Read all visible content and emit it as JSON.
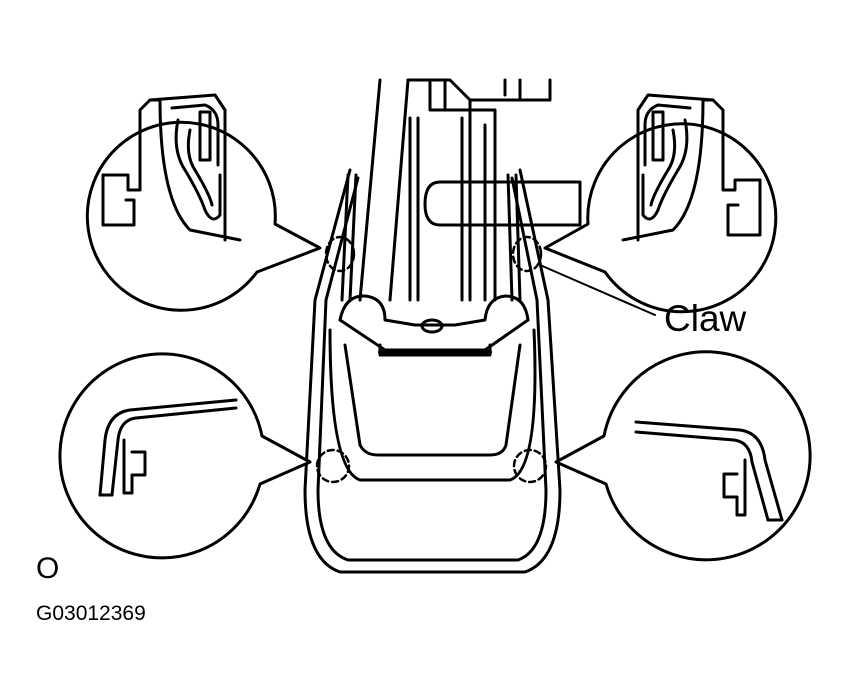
{
  "labels": {
    "claw": "Claw",
    "view_mark": "O",
    "figure_code": "G03012369"
  },
  "colors": {
    "line": "#000000",
    "background": "#ffffff"
  }
}
